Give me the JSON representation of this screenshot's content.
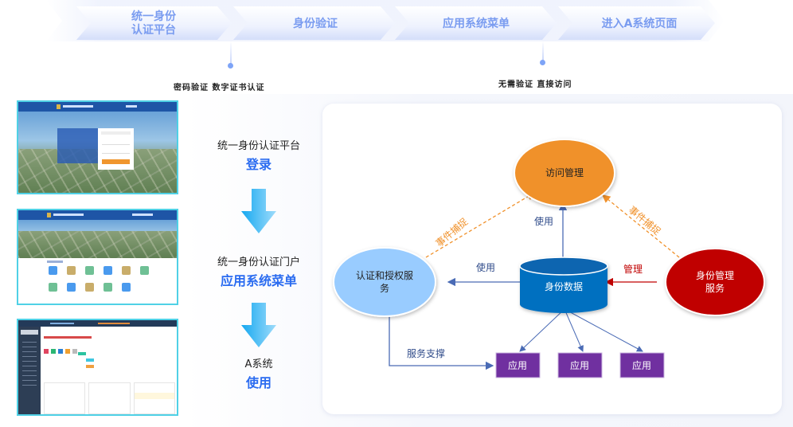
{
  "steps": [
    {
      "label_line1": "统一身份",
      "label_line2": "认证平台"
    },
    {
      "label_line1": "身份验证",
      "label_line2": ""
    },
    {
      "label_line1": "应用系统菜单",
      "label_line2": ""
    },
    {
      "label_line1": "进入A系统页面",
      "label_line2": ""
    }
  ],
  "notes": {
    "auth_methods": "密码验证  数字证书认证",
    "direct_access": "无需验证 直接访问"
  },
  "flow": [
    {
      "line1": "统一身份认证平台",
      "line2": "登录"
    },
    {
      "line1": "统一身份认证门户",
      "line2": "应用系统菜单"
    },
    {
      "line1": "A系统",
      "line2": "使用"
    }
  ],
  "thumbnails": [
    {
      "name": "login-page-screenshot"
    },
    {
      "name": "portal-menu-screenshot"
    },
    {
      "name": "a-system-screenshot"
    }
  ],
  "diagram": {
    "nodes": {
      "access_mgmt": "访问管理",
      "auth_service_line1": "认证和授权服",
      "auth_service_line2": "务",
      "identity_data": "身份数据",
      "identity_mgmt_line1": "身份管理",
      "identity_mgmt_line2": "服务",
      "apps": [
        "应用",
        "应用",
        "应用"
      ]
    },
    "edges": {
      "event_capture_left": "事件捕捉",
      "event_capture_right": "事件捕捉",
      "use_up": "使用",
      "use_left": "使用",
      "manage": "管理",
      "service_support": "服务支撑"
    },
    "colors": {
      "access_mgmt": "#f0912b",
      "auth_service": "#99ccff",
      "identity_data": "#0070c0",
      "identity_mgmt": "#c00000",
      "app": "#7030a0",
      "edge": "#4a6bb5",
      "event": "#f0912b",
      "manage": "#c00000"
    }
  }
}
